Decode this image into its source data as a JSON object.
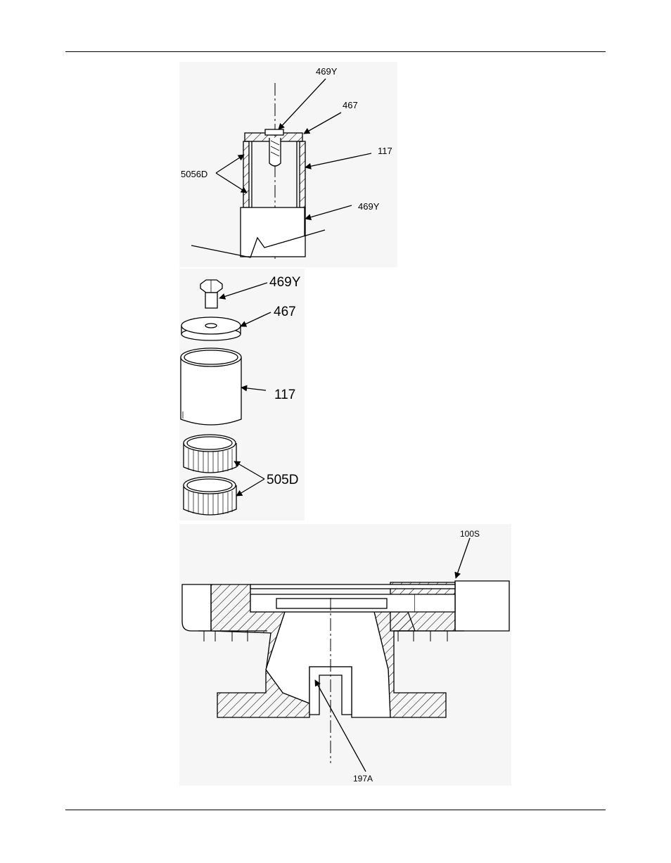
{
  "figure_top": {
    "callouts": {
      "bolt": "469Y",
      "washer": "467",
      "sleeve": "117",
      "bearings": "5056D",
      "shaft": "469Y"
    }
  },
  "figure_exploded": {
    "callouts": {
      "bolt": "469Y",
      "washer": "467",
      "sleeve": "117",
      "bearings": "505D"
    }
  },
  "figure_bottom": {
    "callouts": {
      "housing": "100S",
      "insert": "197A"
    }
  }
}
